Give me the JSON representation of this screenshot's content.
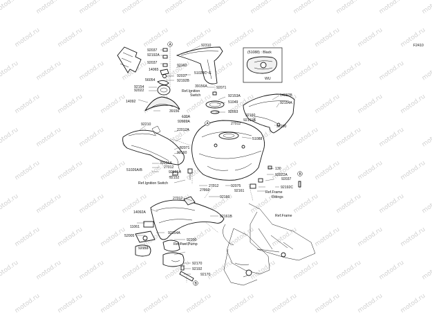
{
  "diagram_code": "F2410",
  "inset": {
    "title": "(51088) : Black",
    "subtitle": "WU"
  },
  "watermark_text": "motod.ru",
  "callouts": {
    "A": "A",
    "B": "B"
  },
  "labels": {
    "l_92310": "92310",
    "l_92037a": "92037",
    "l_92192a": "92192A",
    "l_92037b": "92037",
    "l_14065": "14065",
    "l_92160a": "92160",
    "l_51026c": "51026C~E",
    "l_92037c": "92037",
    "l_92192b": "92192B",
    "l_56054": "56054",
    "l_39156a": "39156A",
    "l_92071a": "92071",
    "l_92154": "92154",
    "l_92022": "92022",
    "l_ref_ign1": "Ref.Ignition",
    "l_switch1": "Switch",
    "l_14092": "14092",
    "l_39156": "39156",
    "l_92153a": "92153A",
    "l_14092b": "14092B",
    "l_92154a": "92154A",
    "l_51049": "51049",
    "l_92093": "92093",
    "l_92160b": "92160",
    "l_92161b": "92161B",
    "l_92200a": "92200",
    "l_130a": "130A",
    "l_92022a": "92022A",
    "l_92210": "92210",
    "l_27012a": "27012A",
    "l_27012b": "27012",
    "l_51088": "51088",
    "l_92071b": "92071",
    "l_92160c": "92160",
    "l_39156a2": "39156A",
    "l_27012c": "27012",
    "l_51026ab": "51026A/B",
    "l_92161a": "92161A",
    "l_130b": "130",
    "l_92022a2": "92022A",
    "l_92037d": "92037",
    "l_92152": "92152",
    "l_ref_ign2": "Ref.Ignition Switch",
    "l_27012d": "27012",
    "l_92075": "92075",
    "l_27012e": "27012",
    "l_92161": "92161",
    "l_92192c": "92192C",
    "l_ref_frame1": "Ref.Frame",
    "l_fittings": "Fittings",
    "l_27012f": "27012",
    "l_92160d": "92160",
    "l_14092a": "14092A",
    "l_92161b2": "92161B",
    "l_ref_frame2": "Ref.Frame",
    "l_11061": "11061",
    "l_92154a2": "92154A",
    "l_52005": "52005",
    "l_92200b": "92200",
    "l_92153": "92153",
    "l_ref_fuel": "Ref.Fuel Pump",
    "l_92170a": "92170",
    "l_92192d": "92192",
    "l_92170b": "92170"
  }
}
